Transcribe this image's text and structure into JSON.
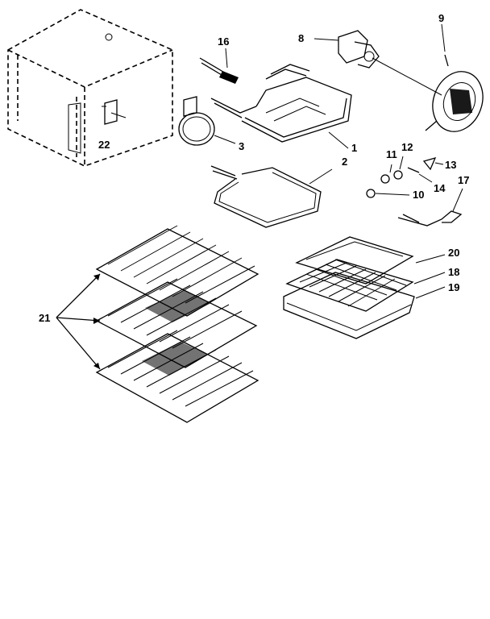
{
  "parts": {
    "p1": {
      "callout": "1"
    },
    "p2": {
      "callout": "2"
    },
    "p3": {
      "callout": "3"
    },
    "p8": {
      "callout": "8"
    },
    "p9": {
      "callout": "9"
    },
    "p10": {
      "callout": "10"
    },
    "p11": {
      "callout": "11"
    },
    "p12": {
      "callout": "12"
    },
    "p13": {
      "callout": "13"
    },
    "p14": {
      "callout": "14"
    },
    "p16": {
      "callout": "16"
    },
    "p17": {
      "callout": "17"
    },
    "p18": {
      "callout": "18"
    },
    "p19": {
      "callout": "19"
    },
    "p20": {
      "callout": "20"
    },
    "p21": {
      "callout": "21"
    },
    "p22": {
      "callout": "22"
    }
  }
}
